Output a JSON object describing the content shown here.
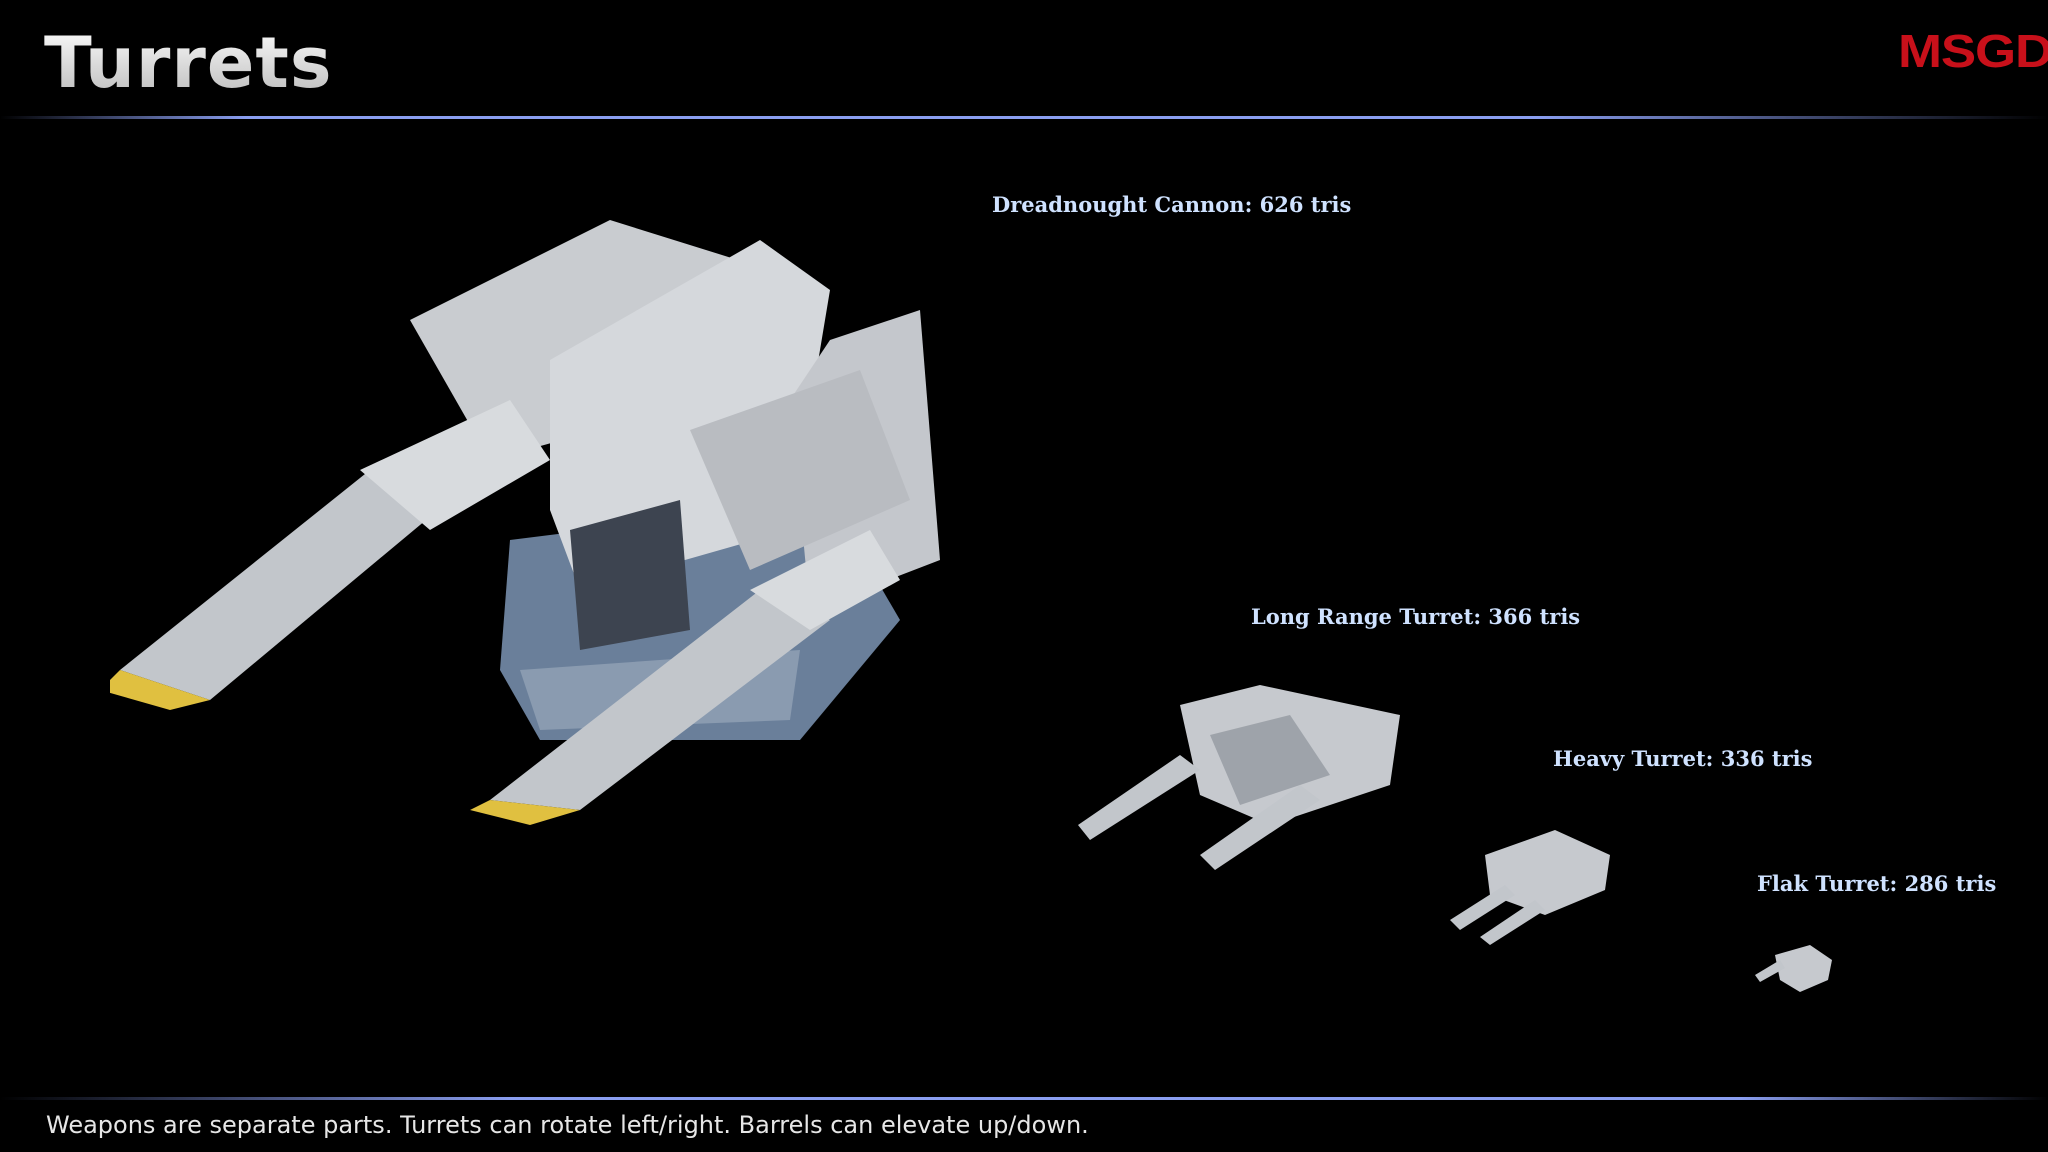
{
  "header": {
    "title": "Turrets",
    "logo_text": "MSGDI"
  },
  "turrets": [
    {
      "name": "Dreadnought Cannon",
      "label": "Dreadnought Cannon: 626 tris",
      "tris": 626
    },
    {
      "name": "Long Range Turret",
      "label": "Long Range Turret: 366 tris",
      "tris": 366
    },
    {
      "name": "Heavy Turret",
      "label": "Heavy Turret: 336 tris",
      "tris": 336
    },
    {
      "name": "Flak Turret",
      "label": "Flak Turret: 286 tris",
      "tris": 286
    }
  ],
  "footer": {
    "text": "Weapons are separate parts. Turrets can rotate left/right. Barrels can elevate up/down."
  },
  "colors": {
    "accent_line": "#8a9ef0",
    "logo": "#c8101a",
    "label": "#cfe2ff"
  }
}
